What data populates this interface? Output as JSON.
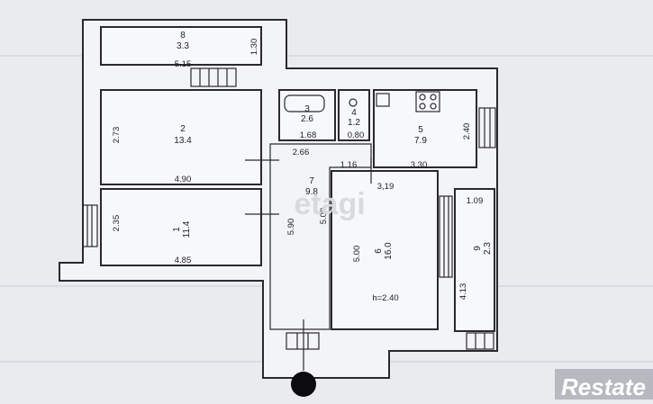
{
  "rooms": [
    {
      "number": "8",
      "area": "3.3"
    },
    {
      "number": "2",
      "area": "13.4"
    },
    {
      "number": "1",
      "area": "11.4"
    },
    {
      "number": "3",
      "area": "2.6"
    },
    {
      "number": "4",
      "area": "1.2"
    },
    {
      "number": "5",
      "area": "7.9"
    },
    {
      "number": "7",
      "area": "9.8"
    },
    {
      "number": "6",
      "area": "16.0"
    },
    {
      "number": "9",
      "area": "2.3"
    }
  ],
  "dimensions": {
    "d_1_30": "1.30",
    "d_5_15": "5.15",
    "d_2_73": "2.73",
    "d_4_90": "4.90",
    "d_2_35": "2.35",
    "d_4_85": "4.85",
    "d_1_68": "1.68",
    "d_0_80": "0.80",
    "d_2_66": "2.66",
    "d_2_40": "2.40",
    "d_1_16": "1.16",
    "d_3_30": "3.30",
    "d_3_19": "3,19",
    "d_5_90": "5.90",
    "d_5_08": "5.08",
    "d_5_00": "5.00",
    "d_1_09": "1.09",
    "d_4_13": "4.13"
  },
  "ceiling_height": "h=2.40",
  "watermark": "etagi",
  "brand": "Restate"
}
